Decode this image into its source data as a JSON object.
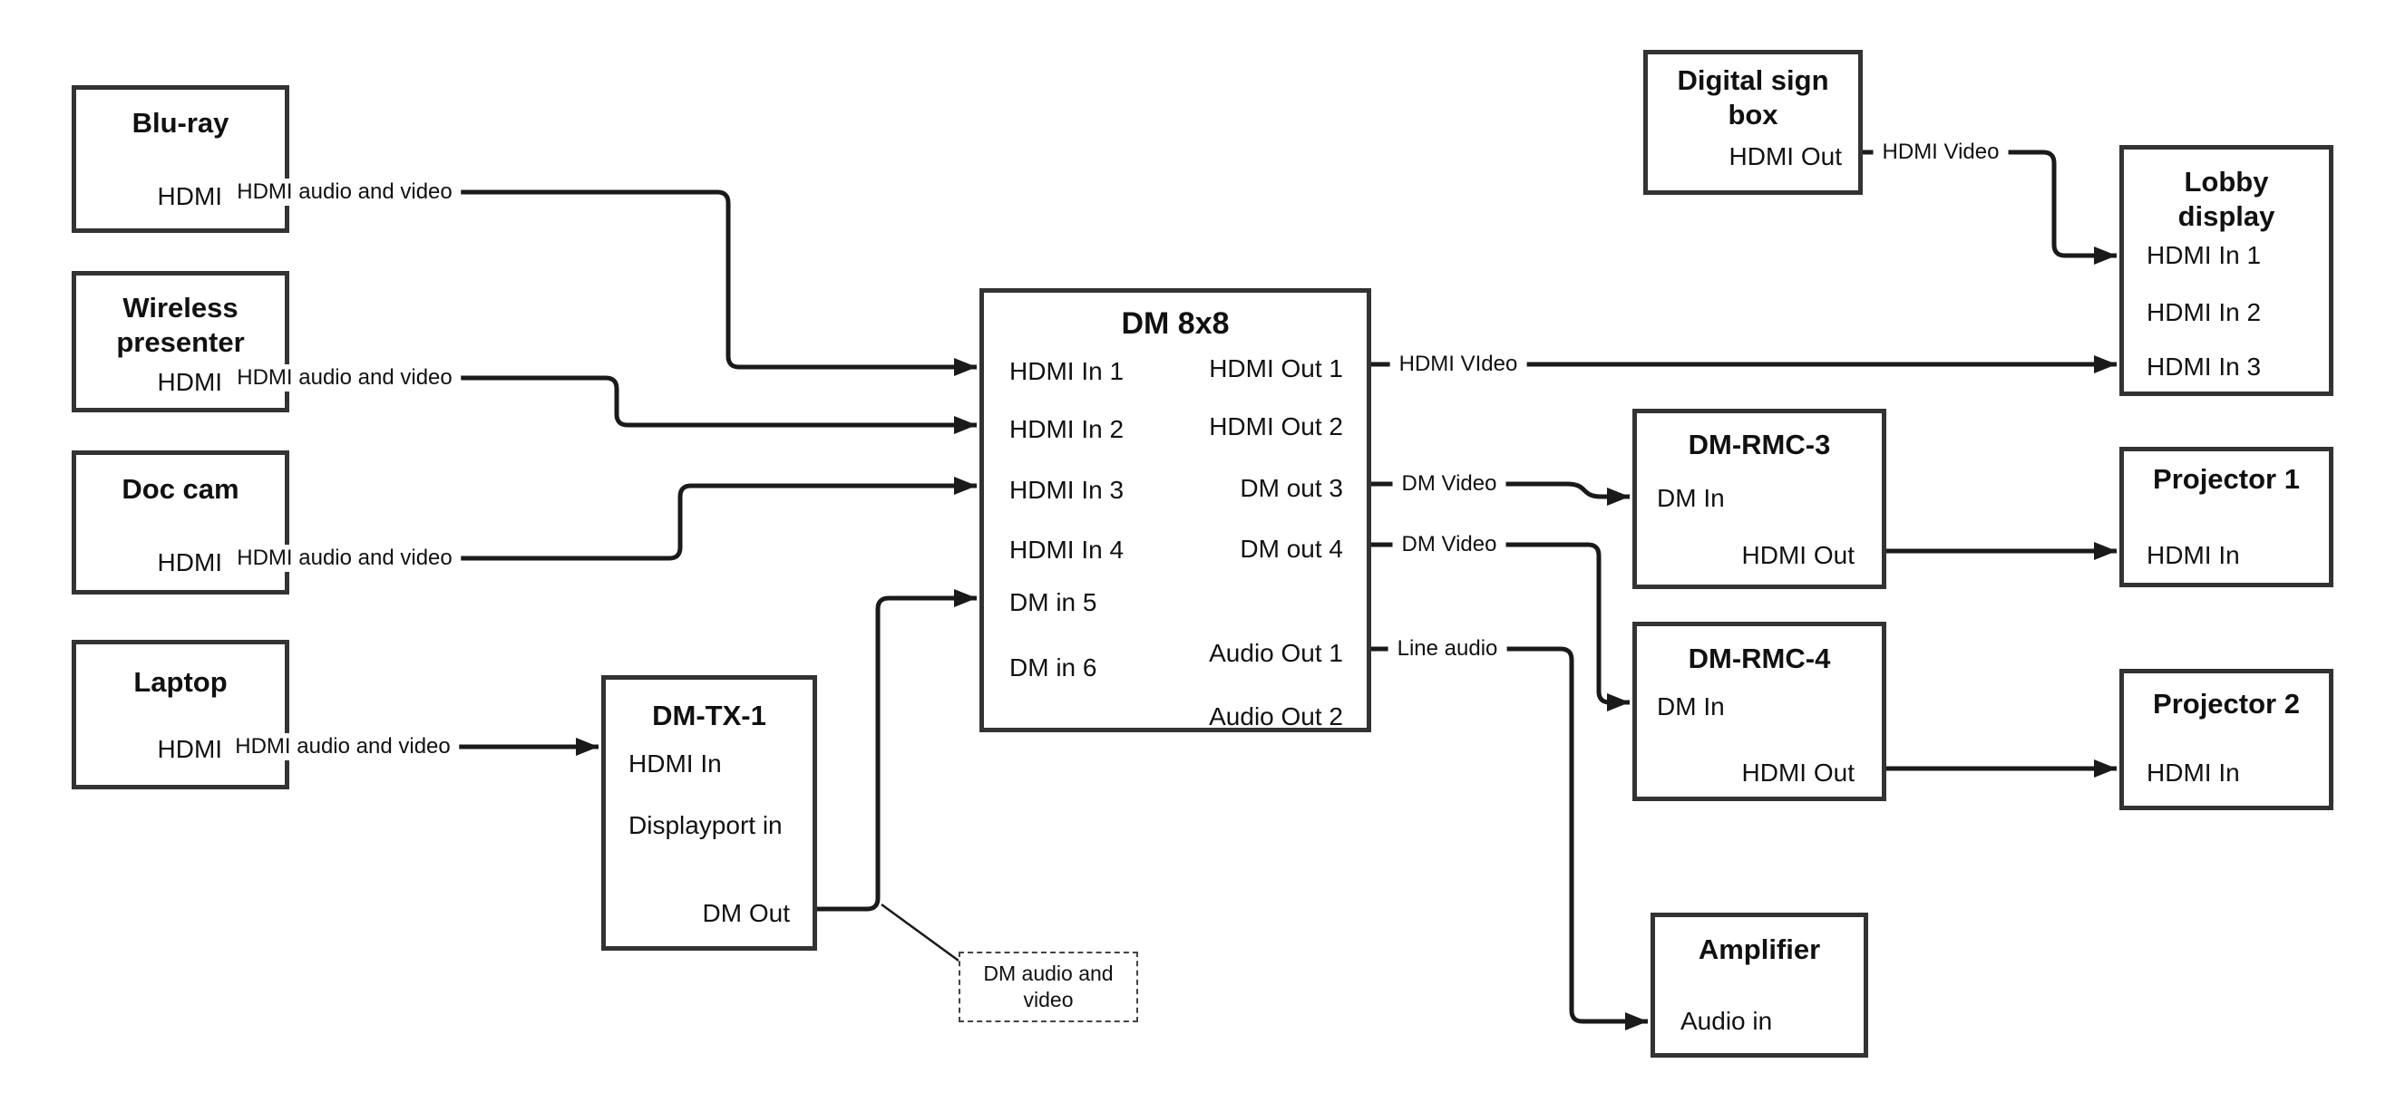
{
  "colors": {
    "box_border": "#333333",
    "wire": "#1a1a1a",
    "background": "#ffffff"
  },
  "boxes": {
    "bluray": {
      "title": "Blu-ray",
      "ports": [
        "HDMI Out"
      ]
    },
    "wireless": {
      "title": "Wireless presenter",
      "ports": [
        "HDMI Out"
      ]
    },
    "doccam": {
      "title": "Doc cam",
      "ports": [
        "HDMI Out"
      ]
    },
    "laptop": {
      "title": "Laptop",
      "ports": [
        "HDMI Out"
      ]
    },
    "dmtx1": {
      "title": "DM-TX-1",
      "ports": [
        "HDMI In",
        "Displayport in",
        "DM Out"
      ]
    },
    "dm8x8": {
      "title": "DM 8x8",
      "inputs": [
        "HDMI In 1",
        "HDMI In 2",
        "HDMI In 3",
        "HDMI In 4",
        "DM in 5",
        "DM in 6"
      ],
      "outputs": [
        "HDMI Out 1",
        "HDMI Out 2",
        "DM out 3",
        "DM out 4",
        "Audio Out 1",
        "Audio Out 2"
      ]
    },
    "signbox": {
      "title": "Digital sign box",
      "ports": [
        "HDMI Out"
      ]
    },
    "lobby": {
      "title": "Lobby display",
      "ports": [
        "HDMI In 1",
        "HDMI In 2",
        "HDMI In 3"
      ]
    },
    "rmc3": {
      "title": "DM-RMC-3",
      "ports": [
        "DM In",
        "HDMI Out"
      ]
    },
    "rmc4": {
      "title": "DM-RMC-4",
      "ports": [
        "DM In",
        "HDMI Out"
      ]
    },
    "proj1": {
      "title": "Projector 1",
      "ports": [
        "HDMI In"
      ]
    },
    "proj2": {
      "title": "Projector 2",
      "ports": [
        "HDMI In"
      ]
    },
    "amp": {
      "title": "Amplifier",
      "ports": [
        "Audio in"
      ]
    }
  },
  "wire_labels": {
    "bluray_link": "HDMI audio and video",
    "wireless_link": "HDMI audio and video",
    "doccam_link": "HDMI audio and video",
    "laptop_link": "HDMI audio and video",
    "hdmi_out1_link": "HDMI VIdeo",
    "dm_out3_link": "DM Video",
    "dm_out4_link": "DM Video",
    "audio_out1_link": "Line audio",
    "signbox_link": "HDMI Video",
    "note": "DM audio and video"
  },
  "connections": [
    {
      "from": "Blu-ray / HDMI Out",
      "to": "DM 8x8 / HDMI In 1",
      "label": "HDMI audio and video"
    },
    {
      "from": "Wireless presenter / HDMI Out",
      "to": "DM 8x8 / HDMI In 2",
      "label": "HDMI audio and video"
    },
    {
      "from": "Doc cam / HDMI Out",
      "to": "DM 8x8 / HDMI In 3",
      "label": "HDMI audio and video"
    },
    {
      "from": "Laptop / HDMI Out",
      "to": "DM-TX-1 / HDMI In",
      "label": "HDMI audio and video"
    },
    {
      "from": "DM-TX-1 / DM Out",
      "to": "DM 8x8 / DM in 5",
      "label": "DM audio and video"
    },
    {
      "from": "DM 8x8 / HDMI Out 1",
      "to": "Lobby display / HDMI In 3",
      "label": "HDMI VIdeo"
    },
    {
      "from": "Digital sign box / HDMI Out",
      "to": "Lobby display / HDMI In 1",
      "label": "HDMI Video"
    },
    {
      "from": "DM 8x8 / DM out 3",
      "to": "DM-RMC-3 / DM In",
      "label": "DM Video"
    },
    {
      "from": "DM 8x8 / DM out 4",
      "to": "DM-RMC-4 / DM In",
      "label": "DM Video"
    },
    {
      "from": "DM 8x8 / Audio Out 1",
      "to": "Amplifier / Audio in",
      "label": "Line audio"
    },
    {
      "from": "DM-RMC-3 / HDMI Out",
      "to": "Projector 1 / HDMI In",
      "label": ""
    },
    {
      "from": "DM-RMC-4 / HDMI Out",
      "to": "Projector 2 / HDMI In",
      "label": ""
    }
  ]
}
